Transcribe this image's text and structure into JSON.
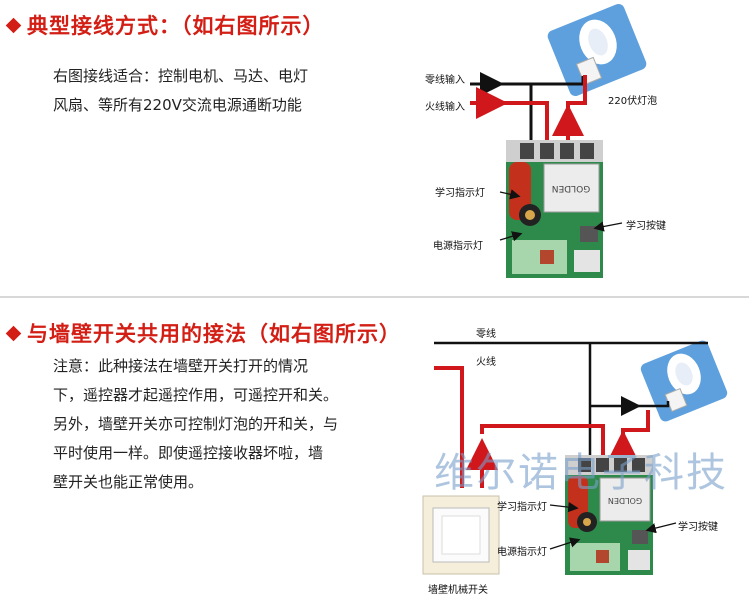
{
  "section1": {
    "heading": "典型接线方式：（如右图所示）",
    "lines": [
      "右图接线适合：控制电机、马达、电灯",
      "风扇、等所有220V交流电源通断功能"
    ],
    "labels": {
      "neutral_in": "零线输入",
      "live_in": "火线输入",
      "bulb": "220伏灯泡",
      "learn_led": "学习指示灯",
      "power_led": "电源指示灯",
      "learn_key": "学习按键"
    }
  },
  "section2": {
    "heading": "与墙壁开关共用的接法（如右图所示）",
    "lines": [
      "注意：此种接法在墙壁开关打开的情况",
      "下，遥控器才起遥控作用，可遥控开和关。",
      "另外，墙壁开关亦可控制灯泡的开和关，与",
      "平时使用一样。即使遥控接收器坏啦，墙",
      "壁开关也能正常使用。"
    ],
    "labels": {
      "neutral": "零线",
      "live": "火线",
      "learn_led": "学习指示灯",
      "power_led": "电源指示灯",
      "learn_key": "学习按键",
      "wall_switch": "墙壁机械开关"
    }
  },
  "board_text": "GOLDEN",
  "watermark": "维尔诺电子科技",
  "colors": {
    "accent": "#d21e14",
    "wire_red": "#d0181c",
    "wire_black": "#111111",
    "board_green": "#2e8a4a"
  }
}
